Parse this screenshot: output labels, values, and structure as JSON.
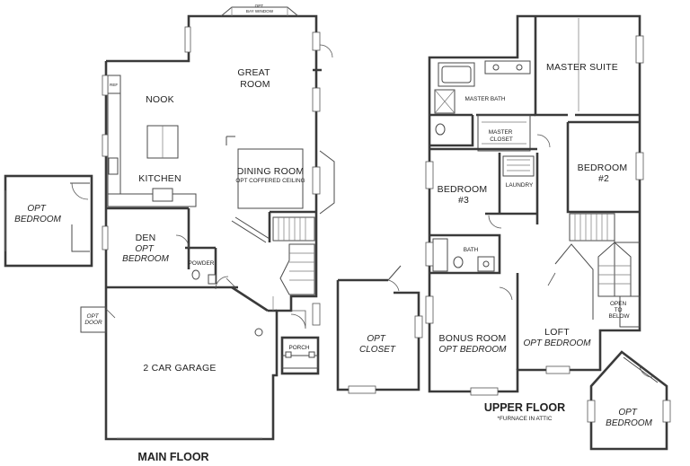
{
  "main_floor": {
    "title": "MAIN FLOOR",
    "rooms": {
      "great_room": [
        "GREAT",
        "ROOM"
      ],
      "nook": "NOOK",
      "kitchen": "KITCHEN",
      "dining_room": "DINING ROOM",
      "dining_note": "OPT COFFERED CEILING",
      "den": "DEN",
      "den_opt": [
        "OPT",
        "BEDROOM"
      ],
      "powder": "POWDER",
      "opt_bedroom": [
        "OPT",
        "BEDROOM"
      ],
      "garage": "2 CAR GARAGE",
      "porch": "PORCH",
      "opt_door": [
        "OPT",
        "DOOR"
      ],
      "opt_bay_window": [
        "OPT",
        "BAY WINDOW"
      ]
    }
  },
  "upper_floor": {
    "title": "UPPER FLOOR",
    "note": "*FURNACE IN ATTIC",
    "rooms": {
      "master_suite": "MASTER SUITE",
      "master_bath": "MASTER BATH",
      "master_closet": [
        "MASTER",
        "CLOSET"
      ],
      "bedroom_2": [
        "BEDROOM",
        "#2"
      ],
      "bedroom_3": [
        "BEDROOM",
        "#3"
      ],
      "laundry": "LAUNDRY",
      "bath": "BATH",
      "bonus_room": "BONUS ROOM",
      "bonus_opt": "OPT BEDROOM",
      "loft": "LOFT",
      "loft_opt": "OPT BEDROOM",
      "open_to_below": [
        "OPEN",
        "TO",
        "BELOW"
      ],
      "opt_closet": [
        "OPT",
        "CLOSET"
      ],
      "opt_bedroom": [
        "OPT",
        "BEDROOM"
      ]
    }
  }
}
